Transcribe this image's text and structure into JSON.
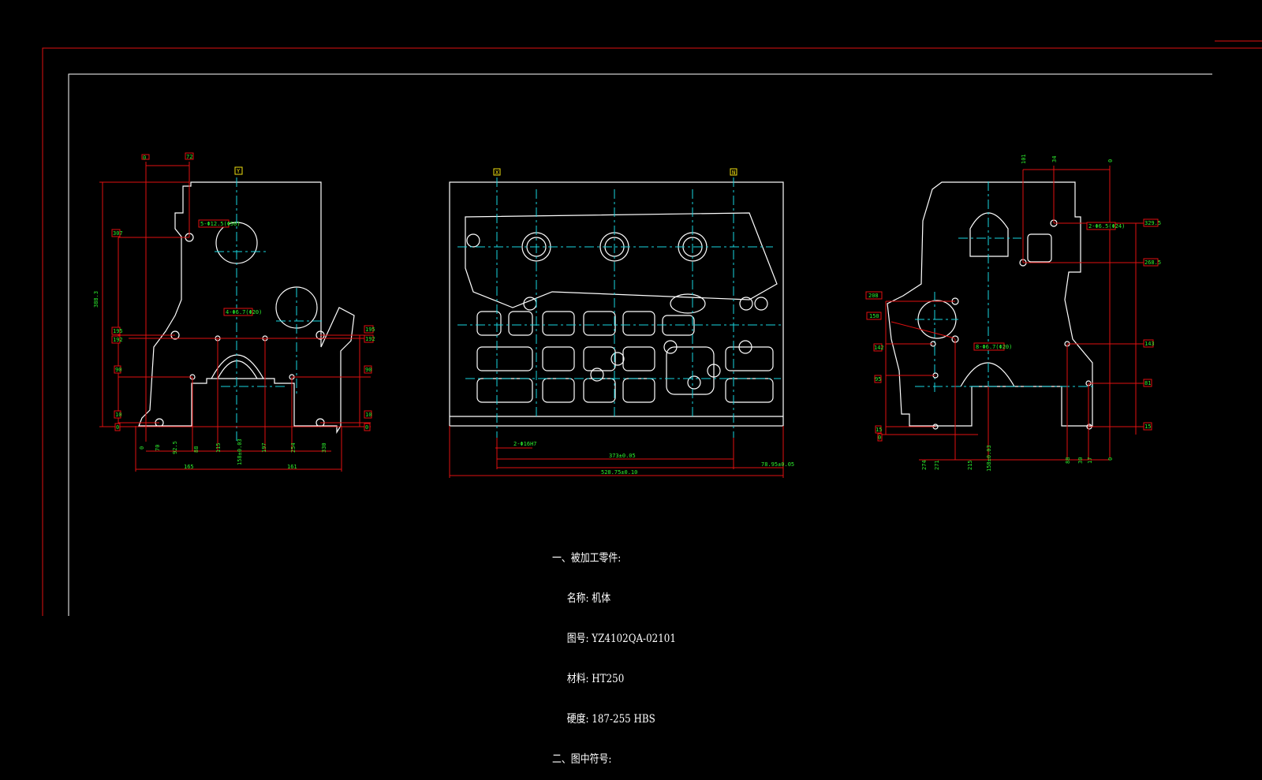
{
  "drawing": {
    "views": {
      "left": {
        "datum": "Y",
        "callouts": [
          "5-Φ12.5(Φ50)",
          "4-Φ6.7(Φ20)"
        ],
        "left_dims": [
          "307",
          "195",
          "192",
          "90",
          "10",
          "0"
        ],
        "right_dims": [
          "195",
          "192",
          "90",
          "10",
          "0"
        ],
        "height_dim": "388.3",
        "top_dims": [
          "0",
          "72"
        ],
        "bottom_dims": [
          "0",
          "70",
          "92.5",
          "88",
          "115",
          "158±0.03",
          "197",
          "254",
          "330"
        ],
        "width_dims": [
          "165",
          "161"
        ]
      },
      "middle": {
        "datums": [
          "X",
          "N"
        ],
        "hole_callout": "2-Φ16H7",
        "dims": [
          "373±0.05",
          "78.95±0.05",
          "528.75±0.10"
        ]
      },
      "right": {
        "callouts": [
          "2-Φ6.5(Φ24)",
          "8-Φ6.7(Φ20)"
        ],
        "left_dims": [
          "208",
          "150",
          "142",
          "95",
          "15",
          "0"
        ],
        "right_dims": [
          "329.5",
          "268.5",
          "143",
          "81",
          "15"
        ],
        "top_dims": [
          "101",
          "34",
          "0"
        ],
        "bottom_dims": [
          "274",
          "271",
          "215",
          "158±0.03",
          "88",
          "30",
          "17",
          "0"
        ]
      }
    },
    "notes": {
      "section1": "一、被加工零件:",
      "name": "名称: 机体",
      "drawing_no": "图号: YZ4102QA-02101",
      "material": "材料: HT250",
      "hardness": "硬度: 187-255 HBS",
      "section2": "二、图中符号:"
    }
  }
}
